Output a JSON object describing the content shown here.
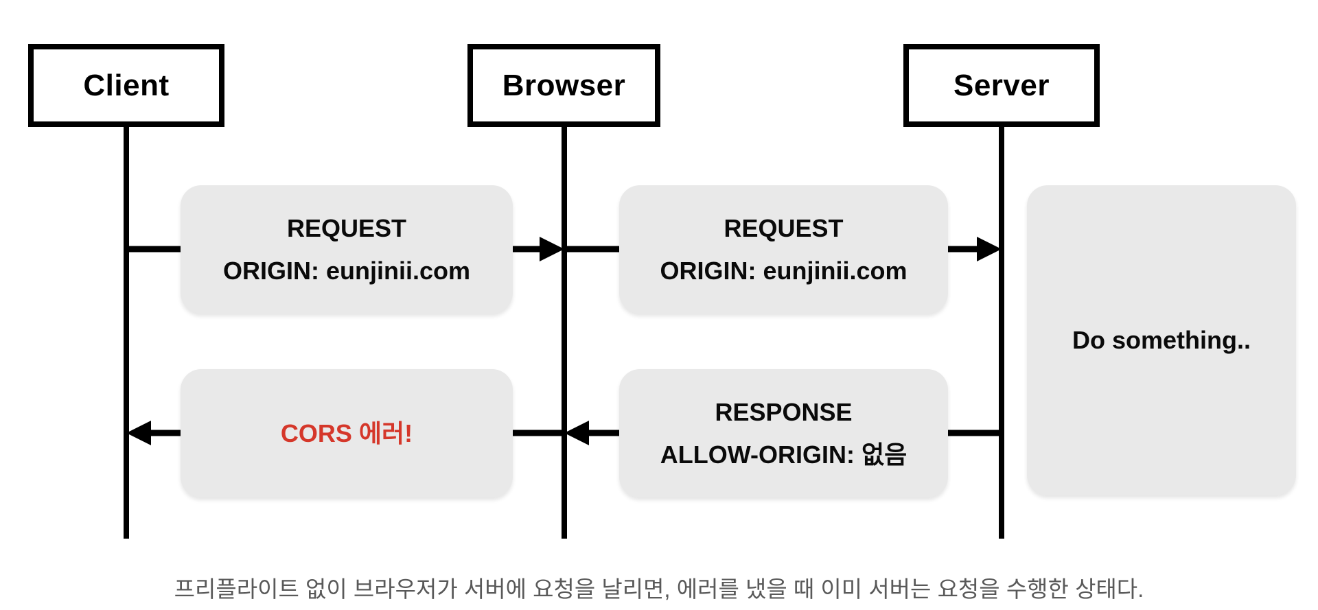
{
  "diagram": {
    "title_semantic": "CORS simple request error sequence",
    "actors": [
      {
        "label": "Client"
      },
      {
        "label": "Browser"
      },
      {
        "label": "Server"
      }
    ],
    "messages": {
      "request_client_to_browser": {
        "line1": "REQUEST",
        "line2": "ORIGIN: eunjinii.com"
      },
      "request_browser_to_server": {
        "line1": "REQUEST",
        "line2": "ORIGIN: eunjinii.com"
      },
      "response_server_to_browser": {
        "line1": "RESPONSE",
        "line2": "ALLOW-ORIGIN: 없음"
      },
      "cors_error_browser_to_client": {
        "label": "CORS 에러!"
      },
      "server_action": {
        "label": "Do something.."
      }
    },
    "caption": "프리플라이트 없이 브라우저가 서버에 요청을 날리면, 에러를 냈을 때 이미 서버는 요청을 수행한 상태다.",
    "colors": {
      "background": "#ffffff",
      "line": "#000000",
      "actor_border": "#000000",
      "message_box_fill": "#e9e9e9",
      "message_text": "#0a0a0a",
      "error_text": "#d5372a",
      "caption_text": "#595959"
    }
  }
}
